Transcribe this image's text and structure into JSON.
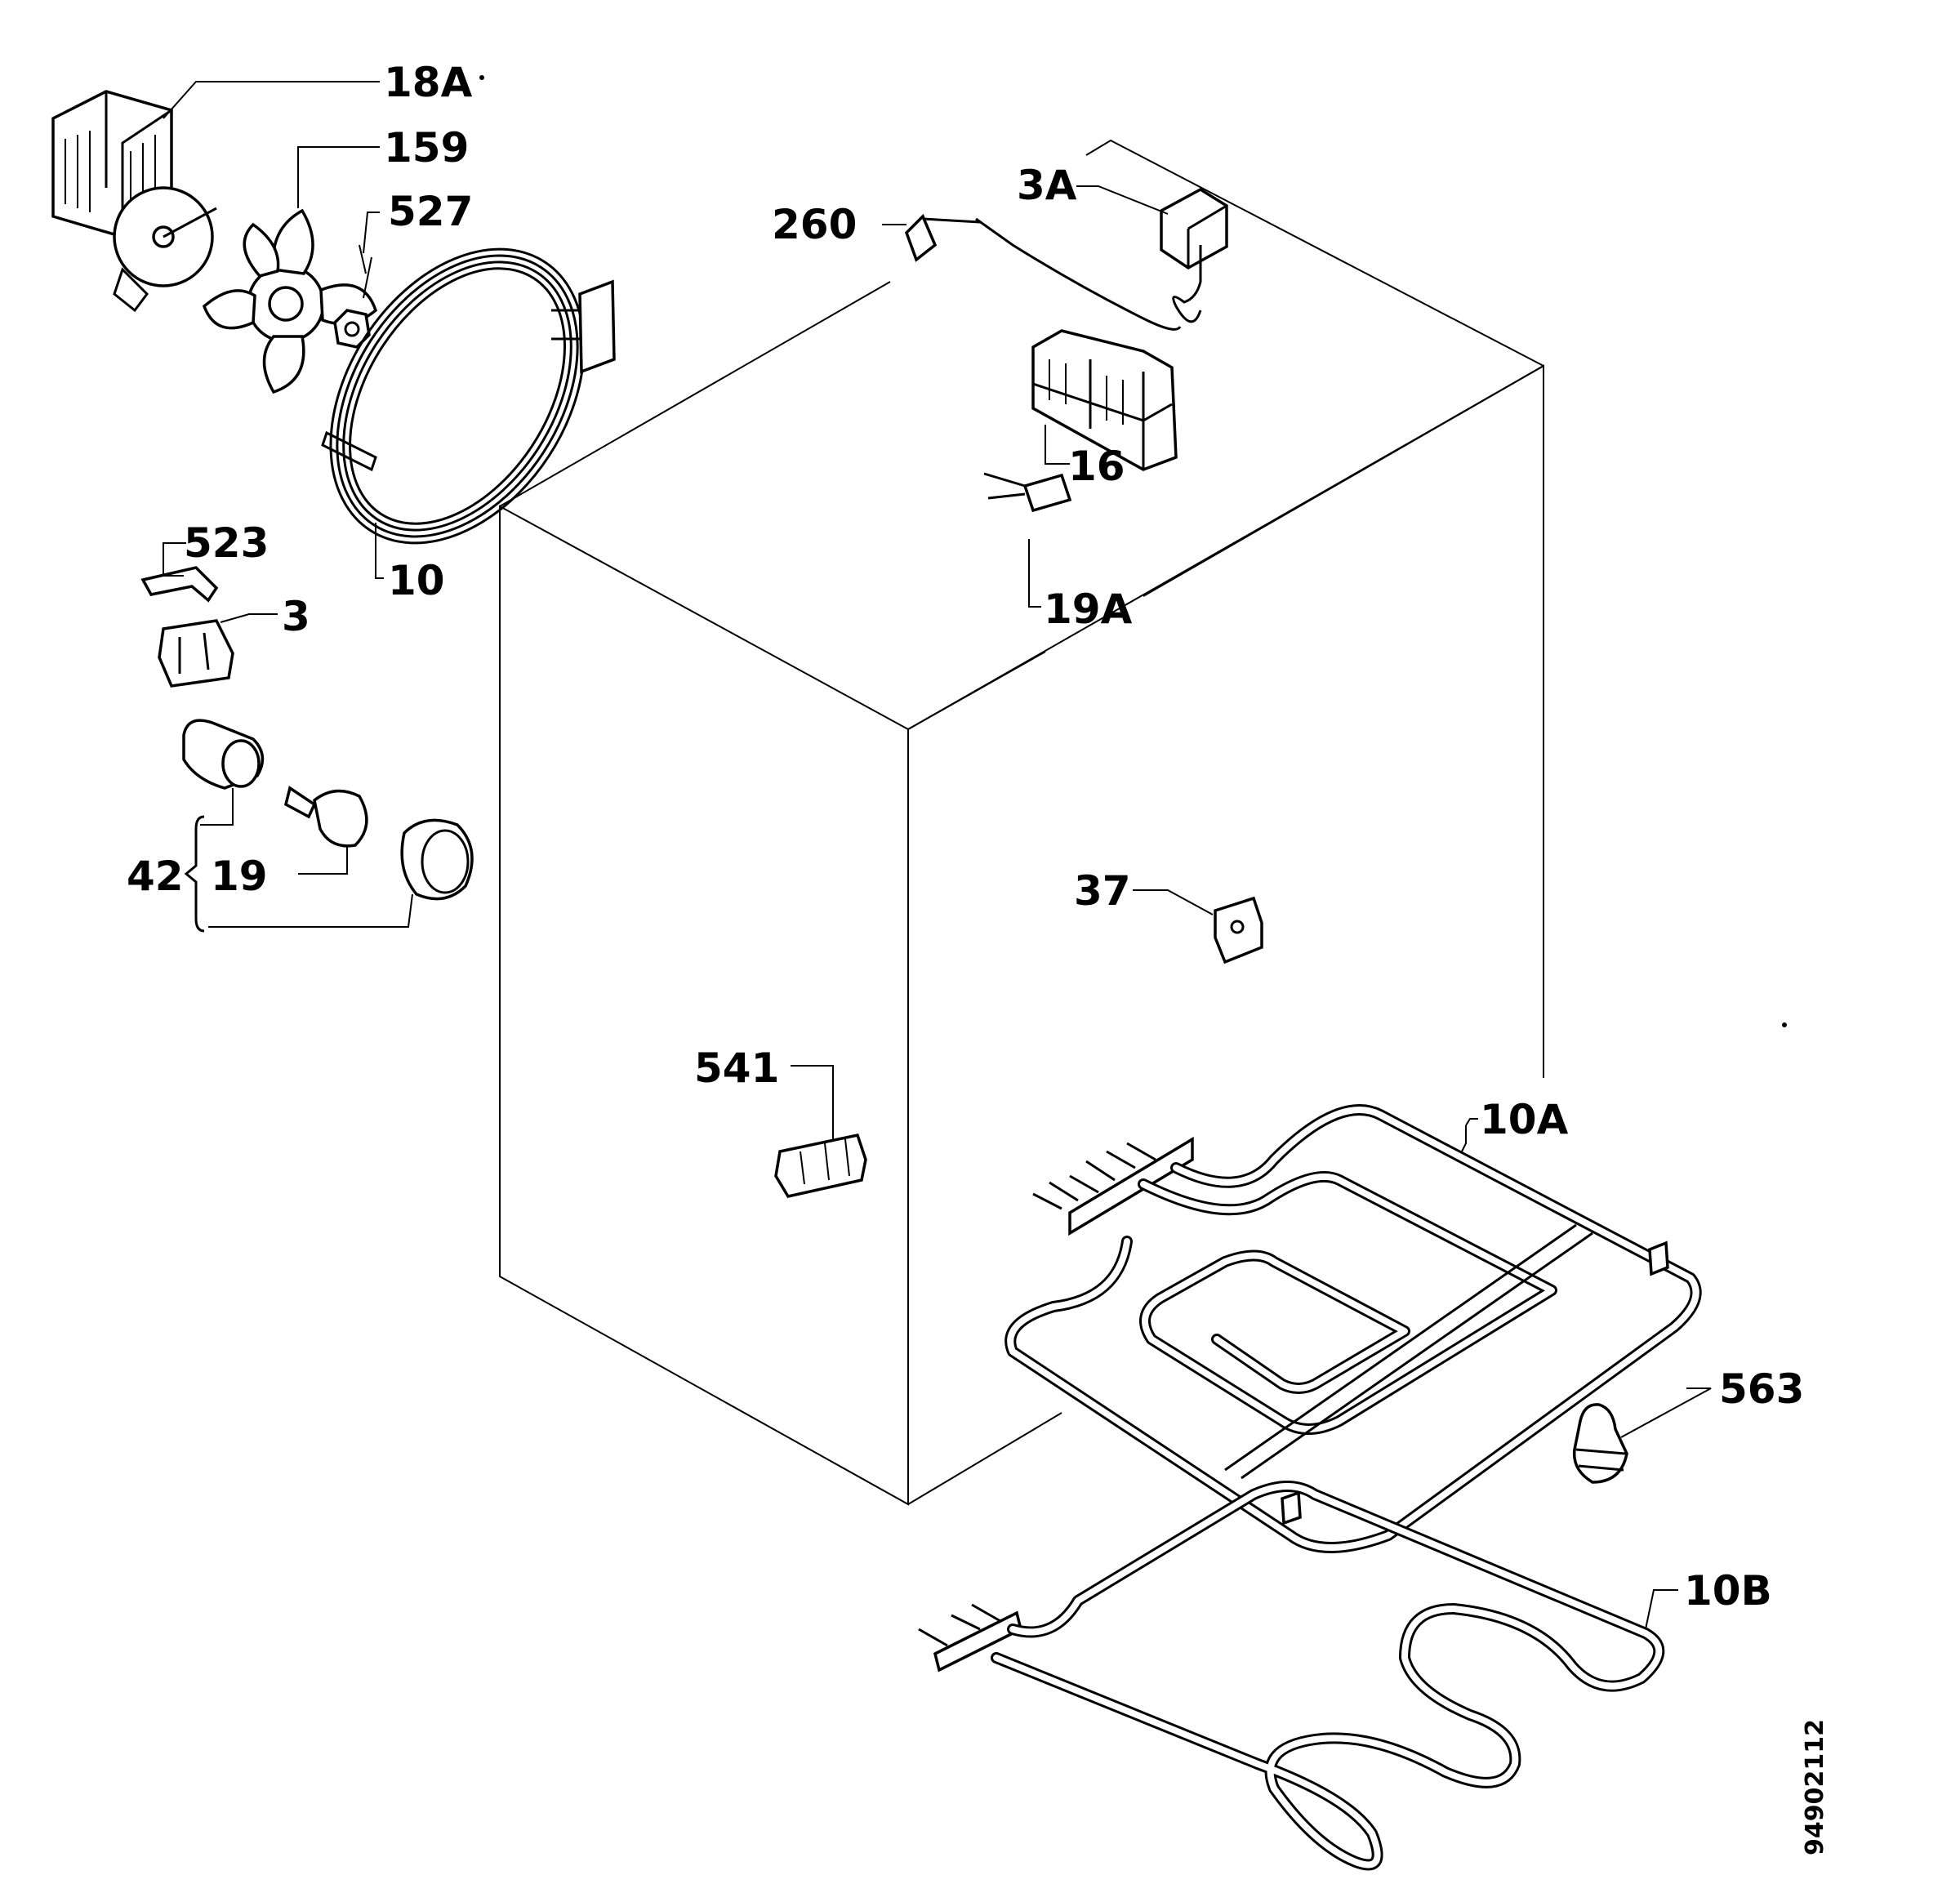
{
  "diagram": {
    "document_number": "94902112",
    "labels": [
      {
        "id": "18A",
        "text": "18A"
      },
      {
        "id": "159",
        "text": "159"
      },
      {
        "id": "527",
        "text": "527"
      },
      {
        "id": "260",
        "text": "260"
      },
      {
        "id": "3A",
        "text": "3A"
      },
      {
        "id": "16",
        "text": "16"
      },
      {
        "id": "10",
        "text": "10"
      },
      {
        "id": "523",
        "text": "523"
      },
      {
        "id": "3",
        "text": "3"
      },
      {
        "id": "19A",
        "text": "19A"
      },
      {
        "id": "42",
        "text": "42"
      },
      {
        "id": "19",
        "text": "19"
      },
      {
        "id": "37",
        "text": "37"
      },
      {
        "id": "541",
        "text": "541"
      },
      {
        "id": "10A",
        "text": "10A"
      },
      {
        "id": "563",
        "text": "563"
      },
      {
        "id": "10B",
        "text": "10B"
      }
    ]
  }
}
